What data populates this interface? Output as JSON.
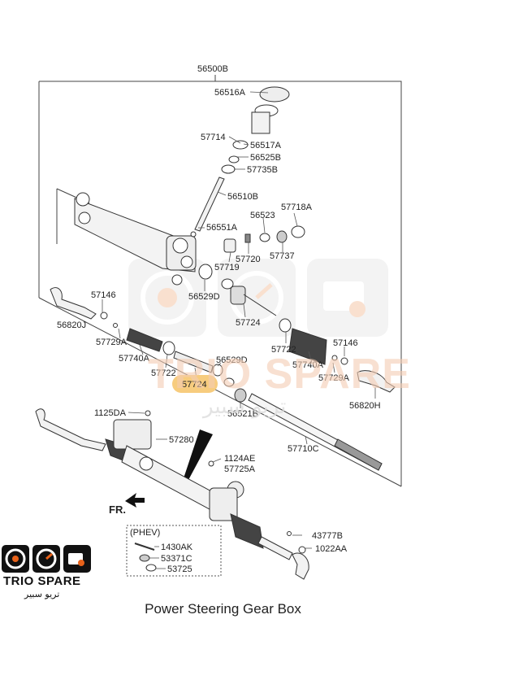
{
  "diagram": {
    "assembly_label": "56500B",
    "part_labels": [
      "56516A",
      "57714",
      "56517A",
      "56525B",
      "57735B",
      "56510B",
      "56551A",
      "56523",
      "57718A",
      "57720",
      "57737",
      "57719",
      "56529D",
      "57146",
      "56820J",
      "57724",
      "57729A",
      "57740A",
      "57722",
      "57722",
      "56529D",
      "57740A",
      "57146",
      "57729A",
      "57724",
      "56820H",
      "56521B",
      "57710C",
      "1125DA",
      "57280",
      "1124AE",
      "57725A",
      "FR.",
      "(PHEV)",
      "1430AK",
      "53371C",
      "53725",
      "43777B",
      "1022AA"
    ],
    "highlight_label": "57724",
    "highlight_color": "#f7cc7e",
    "caption": "Power Steering Gear Box"
  },
  "brand": {
    "name": "TRIO SPARE",
    "arabic": "تريو سبير",
    "watermark_text": "TRIO SPARE",
    "watermark_arabic": "تريو سبير",
    "accent_color": "#e8621a"
  }
}
